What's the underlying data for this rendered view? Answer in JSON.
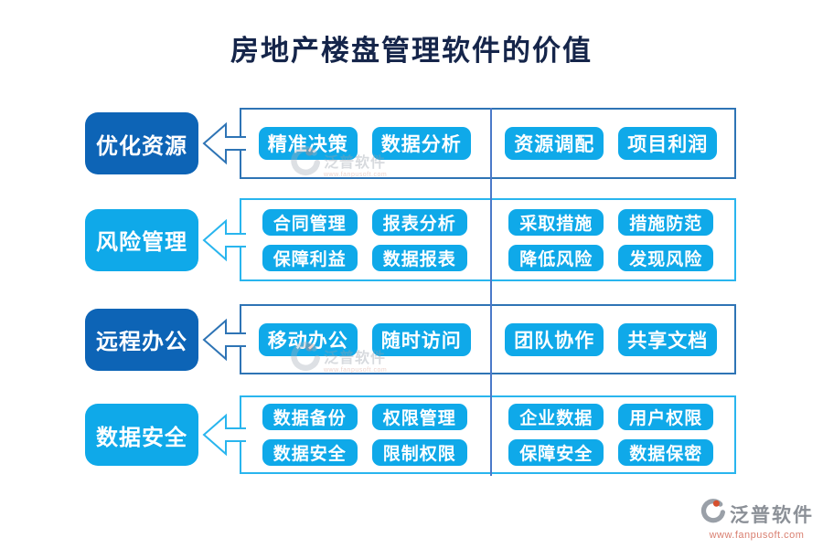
{
  "title": "房地产楼盘管理软件的价值",
  "colors": {
    "dark_blue": "#0d64b6",
    "cyan": "#0fa9e9",
    "border_dark": "#2e74b5",
    "border_cyan": "#29b5ee",
    "divider": "#4b79c9",
    "title_text": "#15254a",
    "tag_text": "#ffffff",
    "logo_grey": "#8b9097",
    "logo_red": "#d97f70"
  },
  "rows": [
    {
      "label": "优化资源",
      "theme": "dark",
      "tag_rows": [
        [
          "精准决策",
          "数据分析",
          "资源调配",
          "项目利润"
        ]
      ]
    },
    {
      "label": "风险管理",
      "theme": "light",
      "tag_rows": [
        [
          "合同管理",
          "报表分析",
          "采取措施",
          "措施防范"
        ],
        [
          "保障利益",
          "数据报表",
          "降低风险",
          "发现风险"
        ]
      ]
    },
    {
      "label": "远程办公",
      "theme": "dark",
      "tag_rows": [
        [
          "移动办公",
          "随时访问",
          "团队协作",
          "共享文档"
        ]
      ]
    },
    {
      "label": "数据安全",
      "theme": "light",
      "tag_rows": [
        [
          "数据备份",
          "权限管理",
          "企业数据",
          "用户权限"
        ],
        [
          "数据安全",
          "限制权限",
          "保障安全",
          "数据保密"
        ]
      ]
    }
  ],
  "logo": {
    "name": "泛普软件",
    "url": "www.fanpusoft.com"
  }
}
